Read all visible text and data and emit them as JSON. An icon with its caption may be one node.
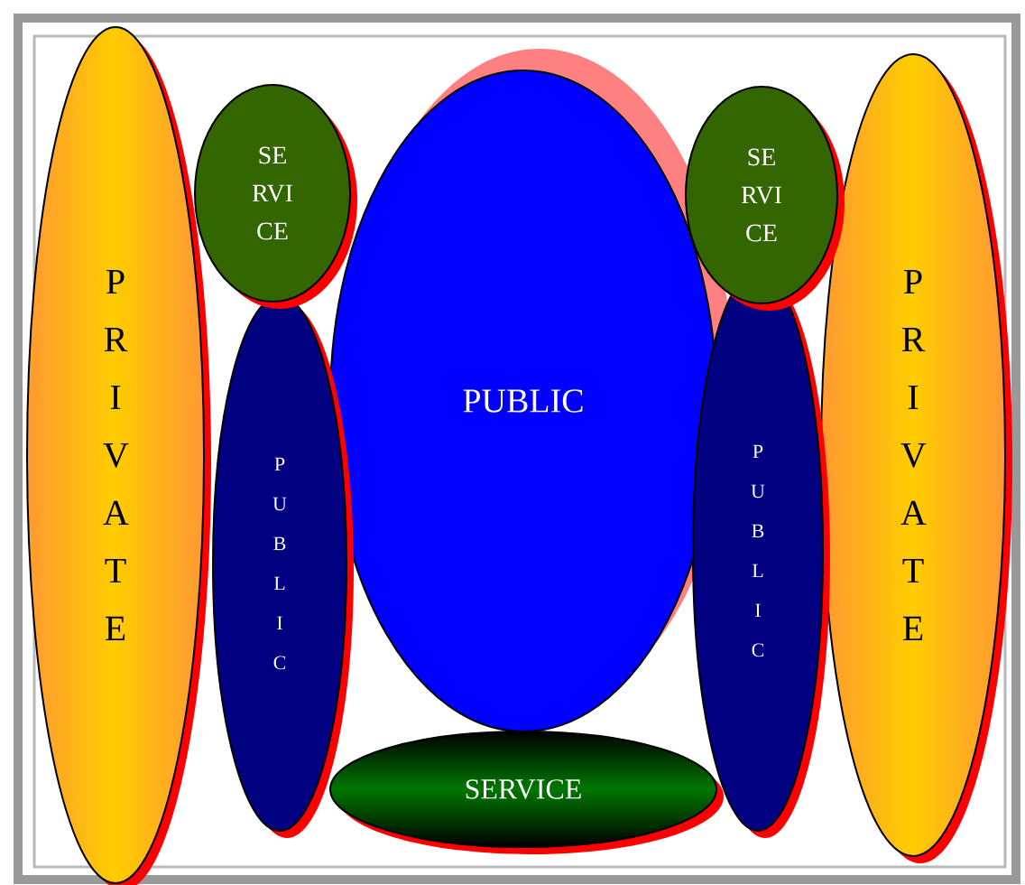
{
  "diagram": {
    "nodes": [
      {
        "text": [
          "P R I V A T E"
        ]
      },
      {
        "text": [
          "SE RVI CE"
        ]
      },
      {
        "text": [
          "P U B L I C"
        ]
      },
      {
        "text": [
          "PUBLIC"
        ]
      },
      {
        "text": [
          "SE RVI CE"
        ]
      },
      {
        "text": [
          "P U B L I C"
        ]
      },
      {
        "text": [
          "P R I V A T E"
        ]
      },
      {
        "text": [
          "SERVICE"
        ]
      }
    ]
  }
}
